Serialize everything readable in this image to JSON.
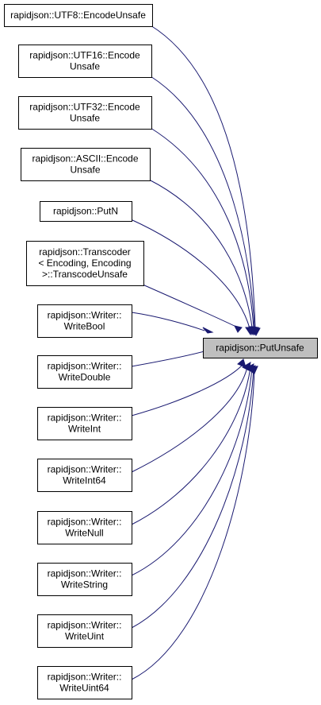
{
  "target": {
    "label": "rapidjson::PutUnsafe"
  },
  "callers": [
    {
      "lines": [
        "rapidjson::UTF8::EncodeUnsafe"
      ]
    },
    {
      "lines": [
        "rapidjson::UTF16::Encode",
        "Unsafe"
      ]
    },
    {
      "lines": [
        "rapidjson::UTF32::Encode",
        "Unsafe"
      ]
    },
    {
      "lines": [
        "rapidjson::ASCII::Encode",
        "Unsafe"
      ]
    },
    {
      "lines": [
        "rapidjson::PutN"
      ]
    },
    {
      "lines": [
        "rapidjson::Transcoder",
        "< Encoding, Encoding",
        ">::TranscodeUnsafe"
      ]
    },
    {
      "lines": [
        "rapidjson::Writer::",
        "WriteBool"
      ]
    },
    {
      "lines": [
        "rapidjson::Writer::",
        "WriteDouble"
      ]
    },
    {
      "lines": [
        "rapidjson::Writer::",
        "WriteInt"
      ]
    },
    {
      "lines": [
        "rapidjson::Writer::",
        "WriteInt64"
      ]
    },
    {
      "lines": [
        "rapidjson::Writer::",
        "WriteNull"
      ]
    },
    {
      "lines": [
        "rapidjson::Writer::",
        "WriteString"
      ]
    },
    {
      "lines": [
        "rapidjson::Writer::",
        "WriteUint"
      ]
    },
    {
      "lines": [
        "rapidjson::Writer::",
        "WriteUint64"
      ]
    }
  ],
  "colors": {
    "edge": "#191970",
    "target_fill": "#bfbfbf",
    "node_fill": "#ffffff",
    "node_border": "#000000"
  }
}
